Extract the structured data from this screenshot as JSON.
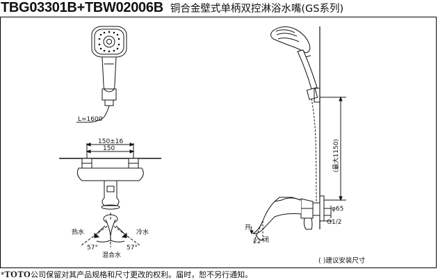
{
  "header": {
    "model": "TBG03301B+TBW02006B",
    "description": "铜合金壁式单柄双控淋浴水嘴(GS系列)"
  },
  "labels": {
    "hose_length": "L=1600",
    "spacing_outer": "150±16",
    "spacing_inner": "150",
    "hot": "热水",
    "cold": "冷水",
    "mix": "混合水",
    "angle_left": "57°",
    "angle_right": "57°",
    "max_height": "(最大1150)",
    "diameter": "φ65",
    "thread": "G1/2",
    "open": "开",
    "close": "闭",
    "angle_handle": "22°"
  },
  "note": "( )建议安装尺寸",
  "footer": {
    "asterisk": "*",
    "brand": "TOTO",
    "text": "公司保留对其产品规格和尺寸更改的权利。届时，恕不另行通知。"
  }
}
